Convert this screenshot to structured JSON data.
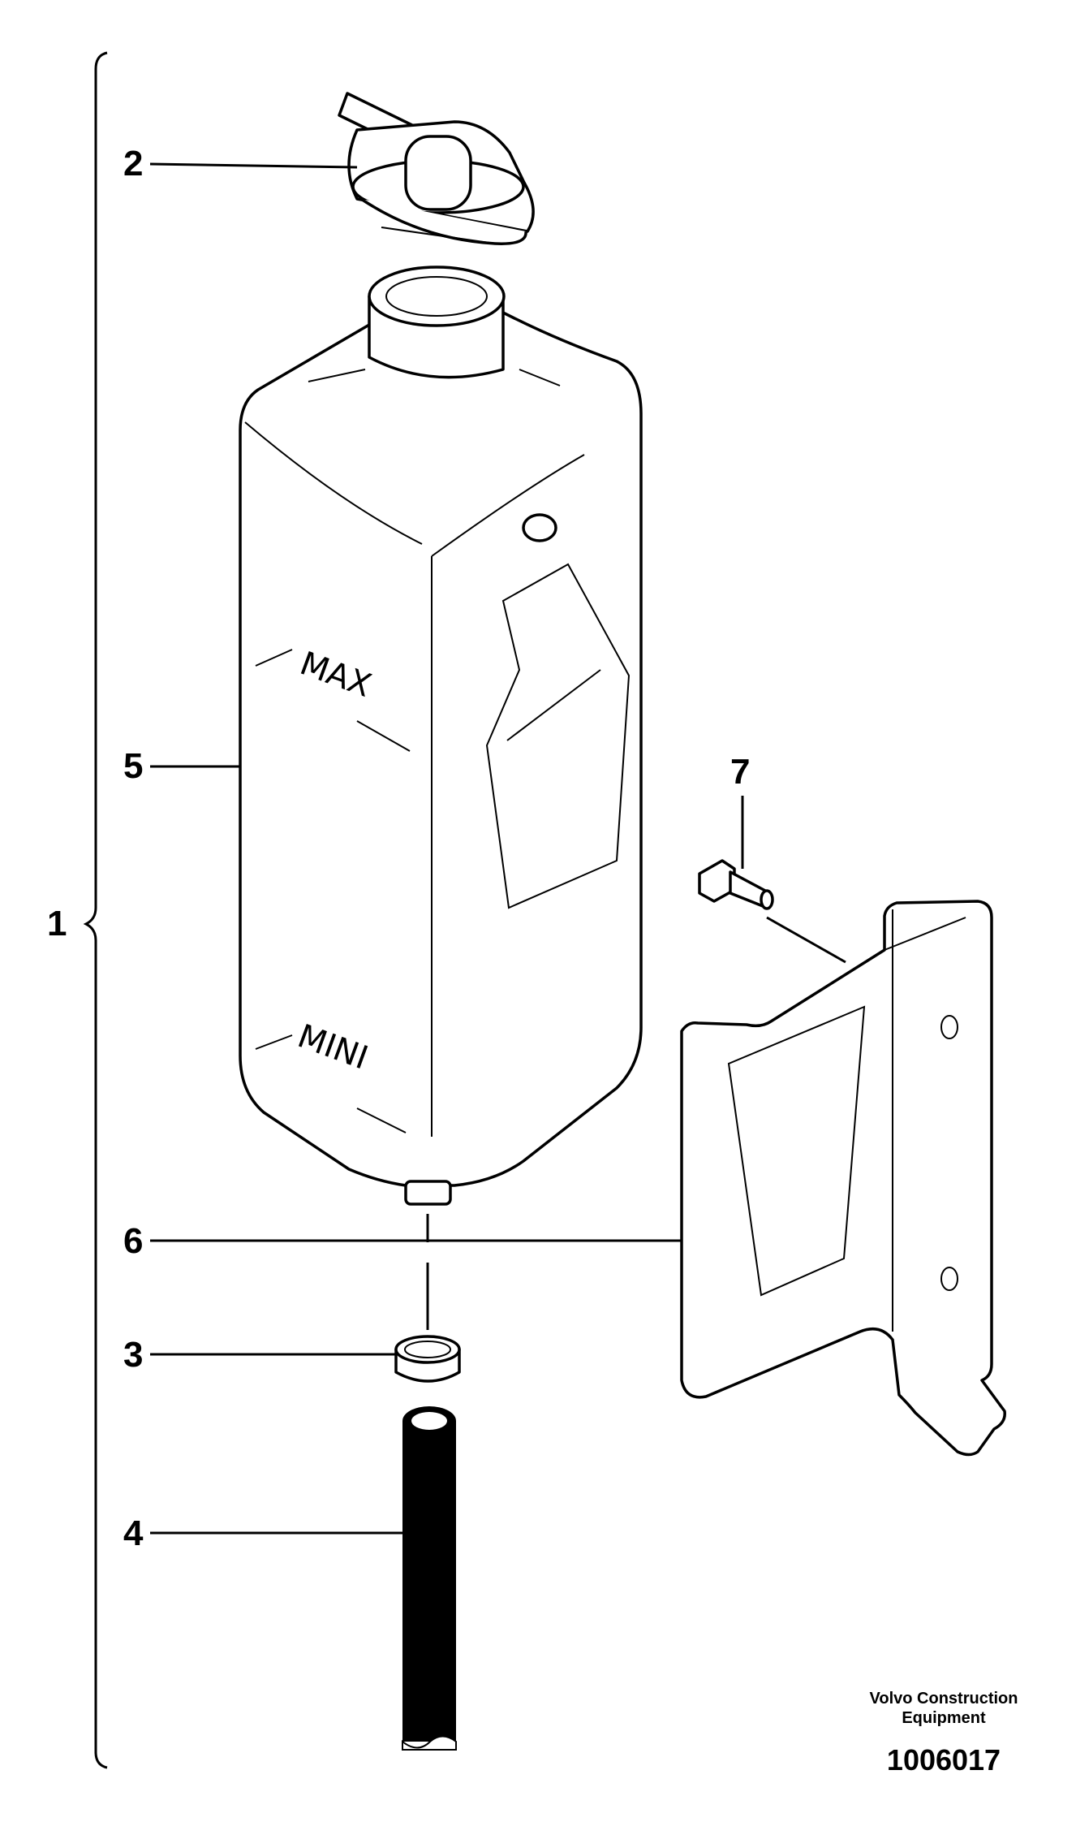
{
  "diagram": {
    "callouts": {
      "assembly": "1",
      "cap": "2",
      "seal": "3",
      "hose": "4",
      "tank": "5",
      "bracket": "6",
      "bolt": "7"
    },
    "tank_labels": {
      "max": "MAX",
      "min": "MINI"
    },
    "credit": {
      "line1": "Volvo Construction",
      "line2": "Equipment"
    },
    "reference_number": "1006017"
  }
}
